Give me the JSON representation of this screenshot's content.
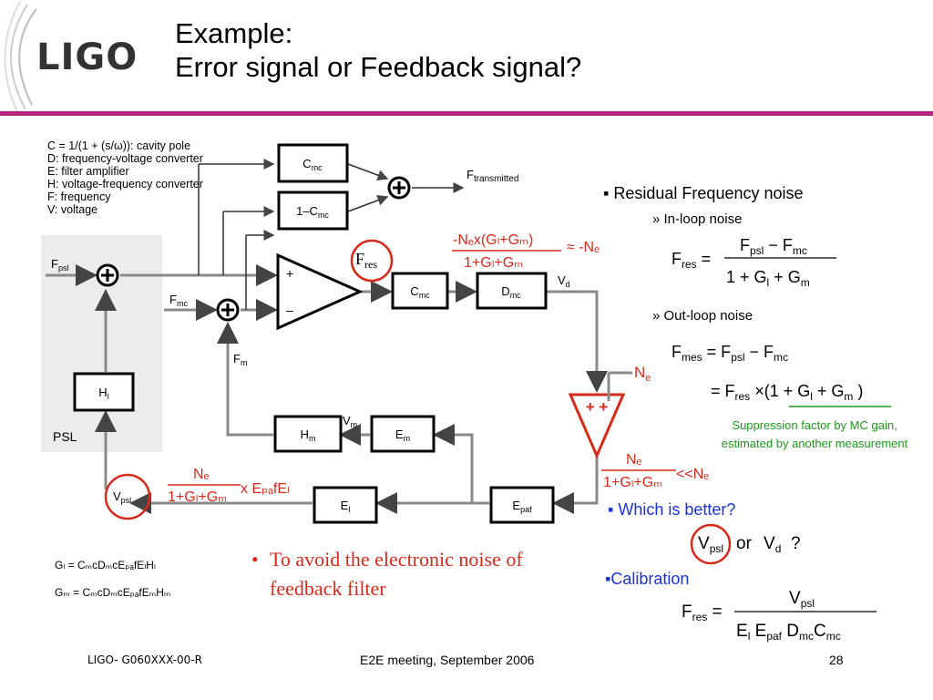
{
  "logo": {
    "text": "LIGO"
  },
  "title": {
    "line1": "Example:",
    "line2": "Error signal or Feedback signal?"
  },
  "legend": [
    "C = 1/(1 + (s/ω)): cavity pole",
    "D:  frequency-voltage converter",
    "E:  filter amplifier",
    "H:  voltage-frequency converter",
    "F:  frequency",
    "V:  voltage"
  ],
  "blocks": {
    "cmc_top": {
      "main": "C",
      "sub": "mc"
    },
    "one_minus_cmc": {
      "main": "1–C",
      "sub": "mc"
    },
    "cmc": {
      "main": "C",
      "sub": "mc"
    },
    "dmc": {
      "main": "D",
      "sub": "mc"
    },
    "hl": {
      "main": "H",
      "sub": "l"
    },
    "hm": {
      "main": "H",
      "sub": "m"
    },
    "em": {
      "main": "E",
      "sub": "m"
    },
    "el": {
      "main": "E",
      "sub": "l"
    },
    "epaf": {
      "main": "E",
      "sub": "paf"
    }
  },
  "signals": {
    "fpsl": {
      "main": "F",
      "sub": "psl"
    },
    "fmc": {
      "main": "F",
      "sub": "mc"
    },
    "fm": {
      "main": "F",
      "sub": "m"
    },
    "vd": {
      "main": "V",
      "sub": "d"
    },
    "vm": {
      "main": "V",
      "sub": "m"
    },
    "vpsl": {
      "main": "V",
      "sub": "psl"
    },
    "ftransmitted": {
      "main": "F",
      "sub": "transmitted"
    },
    "fres": {
      "main": "F",
      "sub": "res"
    },
    "ne": {
      "main": "N",
      "sub": "e"
    },
    "psl": "PSL",
    "plus": "+",
    "minus": "–",
    "amp": "+ +"
  },
  "annotations": {
    "fres_expr": {
      "num": "-Nₑx(Gₗ+Gₘ)",
      "den": "1+Gₗ+Gₘ",
      "tail": "≈ -Nₑ"
    },
    "ne_expr": {
      "num": "Nₑ",
      "den": "1+Gₗ+Gₘ",
      "tail": "<<Nₑ"
    },
    "vpsl_expr": {
      "num": "Nₑ",
      "den": "1+Gₗ+Gₘ",
      "tail": "x EₚₐfEₗ"
    }
  },
  "gains": {
    "gl": "Gₗ = CₘcDₘcEₚₐfEₗHₗ",
    "gm": "Gₘ = CₘcDₘcEₚₐfEₘHₘ"
  },
  "right": {
    "residual": "Residual Frequency noise",
    "inloop": "In-loop noise",
    "outloop": "Out-loop noise",
    "suppression1": "Suppression factor by MC gain,",
    "suppression2": "estimated by another measurement",
    "which": "Which is better?",
    "or": "or",
    "question": "?",
    "calibration": "Calibration"
  },
  "avoid": {
    "bullet": "•",
    "text": "To avoid the electronic noise of feedback filter"
  },
  "footer": {
    "left": "LIGO- G060XXX-00-R",
    "mid": "E2E meeting, September 2006",
    "page": "28"
  },
  "colors": {
    "accent": "#b4257c",
    "red": "#d62a1a",
    "blue": "#1a33d6",
    "green": "#1a9a1a"
  }
}
